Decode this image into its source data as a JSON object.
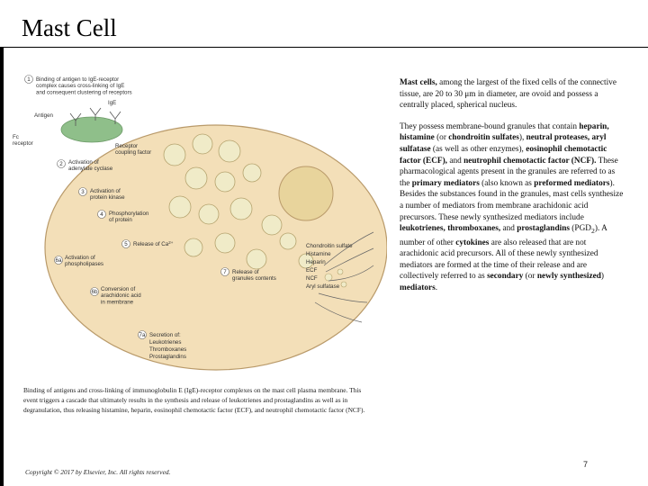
{
  "title": "Mast Cell",
  "figure": {
    "step1": "Binding of antigen to IgE-receptor complex causes cross-linking of IgE and consequent clustering of receptors",
    "igE": "IgE",
    "antigen": "Antigen",
    "fc_receptor": "Fc receptor",
    "receptor_coupling": "Receptor coupling factor",
    "step2": "Activation of adenylate cyclase",
    "step3": "Activation of protein kinase",
    "step4": "Phosphorylation of protein",
    "step5": "Release of Ca",
    "step6a": "Activation of phospholipases",
    "step6b": "Conversion of arachidonic acid in membrane",
    "step7": "Release of granules contents",
    "step7a": "Secretion of: Leukotrienes Thromboxanes Prostaglandins",
    "released": [
      "Chondroitin sulfate",
      "Histamine",
      "Heparin",
      "ECF",
      "NCF",
      "Aryl sulfatase"
    ],
    "secreted": [
      "Leukotrienes",
      "Thromboxanes",
      "Prostaglandins"
    ]
  },
  "body": {
    "p1_b1": "Mast cells,",
    "p1_t1": " among the largest of the fixed cells of the connective tissue, are 20 to 30 μm in diameter, are ovoid and possess a centrally placed, spherical nucleus.",
    "p2_t1": "They possess membrane-bound granules that contain ",
    "p2_b1": "heparin, histamine",
    "p2_t2": " (or ",
    "p2_b2": "chondroitin sulfates",
    "p2_t3": "), ",
    "p2_b3": "neutral proteases, aryl sulfatase",
    "p2_t4": " (as well as other enzymes), ",
    "p2_b4": "eosinophil chemotactic factor (ECF),",
    "p2_t5": " and ",
    "p2_b5": "neutrophil chemotactic factor (NCF).",
    "p2_t6": " These pharmacological agents present in the granules are referred to as the ",
    "p2_b6": "primary mediators",
    "p2_t7": " (also known as ",
    "p2_b7": "preformed mediators",
    "p2_t8": "). Besides the substances found in the granules, mast cells synthesize a number of mediators from membrane arachidonic acid precursors. These newly synthesized mediators include ",
    "p2_b8": "leukotrienes, thromboxanes,",
    "p2_t9": " and ",
    "p2_b9": "prostaglandins",
    "p2_t10": " (PGD",
    "p2_sub": "2",
    "p2_t11": "). A number of other ",
    "p2_b10": "cytokines",
    "p2_t12": " are also released that are not arachidonic acid precursors. All of these newly synthesized mediators are formed at the time of their release and are collectively referred to as ",
    "p2_b11": "secondary",
    "p2_t13": " (or ",
    "p2_b12": "newly synthesized",
    "p2_t14": ") ",
    "p2_b13": "mediators",
    "p2_t15": "."
  },
  "caption": "Binding of antigens and cross-linking of immunoglobulin E (IgE)-receptor complexes on the mast cell plasma membrane. This event triggers a cascade that ultimately results in the synthesis and release of leukotrienes and prostaglandins as well as in degranulation, thus releasing histamine, heparin, eosinophil chemotactic factor (ECF), and neutrophil chemotactic factor (NCF).",
  "copyright": "Copyright © 2017 by Elsevier, Inc. All rights reserved.",
  "page_number": "7",
  "colors": {
    "cell_fill": "#f3dfb8",
    "cell_stroke": "#b99a6a",
    "nucleus_fill": "#e8d49c",
    "granule_fill": "#f0ebc8",
    "receptor_green": "#8fbf8a"
  }
}
